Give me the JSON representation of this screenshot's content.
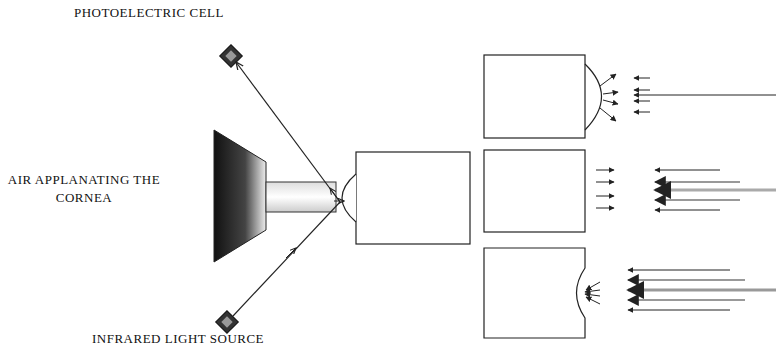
{
  "diagram": {
    "labels": [
      "PHOTOELECTRIC CELL",
      "AIR APPLANATING THE CORNEA",
      "INFRARED LIGHT SOURCE"
    ]
  }
}
